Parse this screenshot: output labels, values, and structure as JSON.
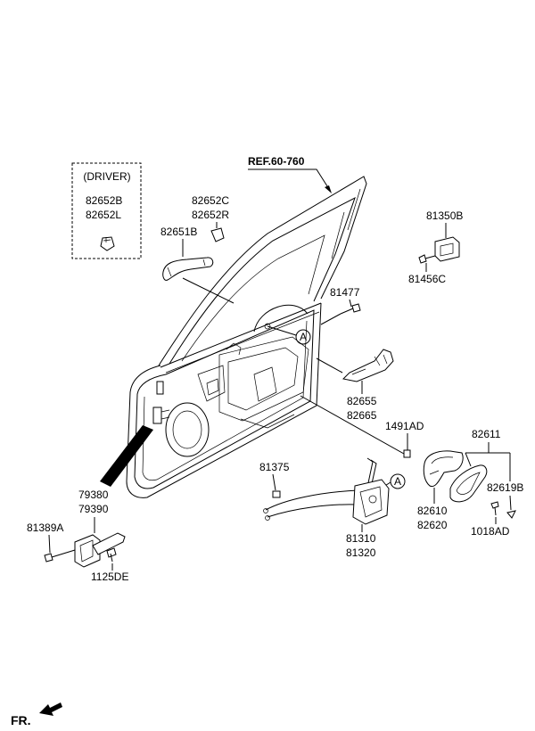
{
  "diagram": {
    "reference": "REF.60-760",
    "driver_note": "(DRIVER)",
    "driver_parts": [
      "82652B",
      "82652L"
    ],
    "parts": {
      "p82652": [
        "82652C",
        "82652R"
      ],
      "p82651": "82651B",
      "p81350": "81350B",
      "p81456": "81456C",
      "p81477": "81477",
      "p82655": [
        "82655",
        "82665"
      ],
      "p1491": "1491AD",
      "p82611": "82611",
      "p82619": "82619B",
      "p82610": [
        "82610",
        "82620"
      ],
      "p1018": "1018AD",
      "p81375": "81375",
      "p81310": [
        "81310",
        "81320"
      ],
      "p79380": [
        "79380",
        "79390"
      ],
      "p81389": "81389A",
      "p1125": "1125DE"
    },
    "connector_marker": "A",
    "front_indicator": "FR."
  }
}
